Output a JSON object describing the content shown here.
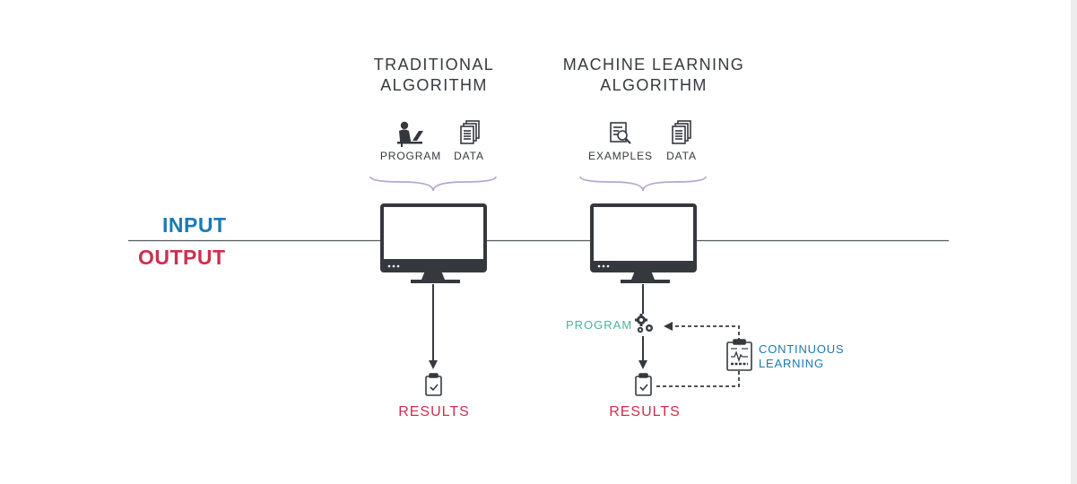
{
  "colors": {
    "dark": "#35393e",
    "input_blue": "#1a7ab5",
    "output_red": "#cc3050",
    "program_teal": "#48b59a",
    "brace_purple": "#b8a6d0"
  },
  "io": {
    "input": "INPUT",
    "output": "OUTPUT"
  },
  "traditional": {
    "title_line1": "TRADITIONAL",
    "title_line2": "ALGORITHM",
    "input_program": "PROGRAM",
    "input_data": "DATA",
    "result": "RESULTS"
  },
  "ml": {
    "title_line1": "MACHINE LEARNING",
    "title_line2": "ALGORITHM",
    "input_examples": "EXAMPLES",
    "input_data": "DATA",
    "program": "PROGRAM",
    "result": "RESULTS",
    "feedback_line1": "CONTINUOUS",
    "feedback_line2": "LEARNING"
  },
  "icons": {
    "person": "person-at-laptop-icon",
    "document": "document-stack-icon",
    "examples": "document-magnifier-icon",
    "gears": "gears-icon",
    "clipboard": "clipboard-check-icon",
    "chart": "clipboard-chart-icon",
    "monitor": "monitor-icon"
  }
}
